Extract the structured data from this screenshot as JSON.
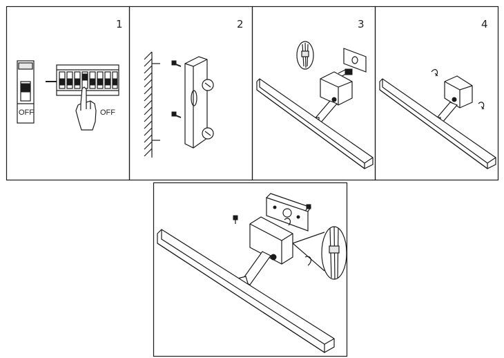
{
  "steps": [
    {
      "number": "1",
      "labels": {
        "switch": "OFF",
        "hand": "OFF"
      }
    },
    {
      "number": "2"
    },
    {
      "number": "3"
    },
    {
      "number": "4"
    }
  ]
}
